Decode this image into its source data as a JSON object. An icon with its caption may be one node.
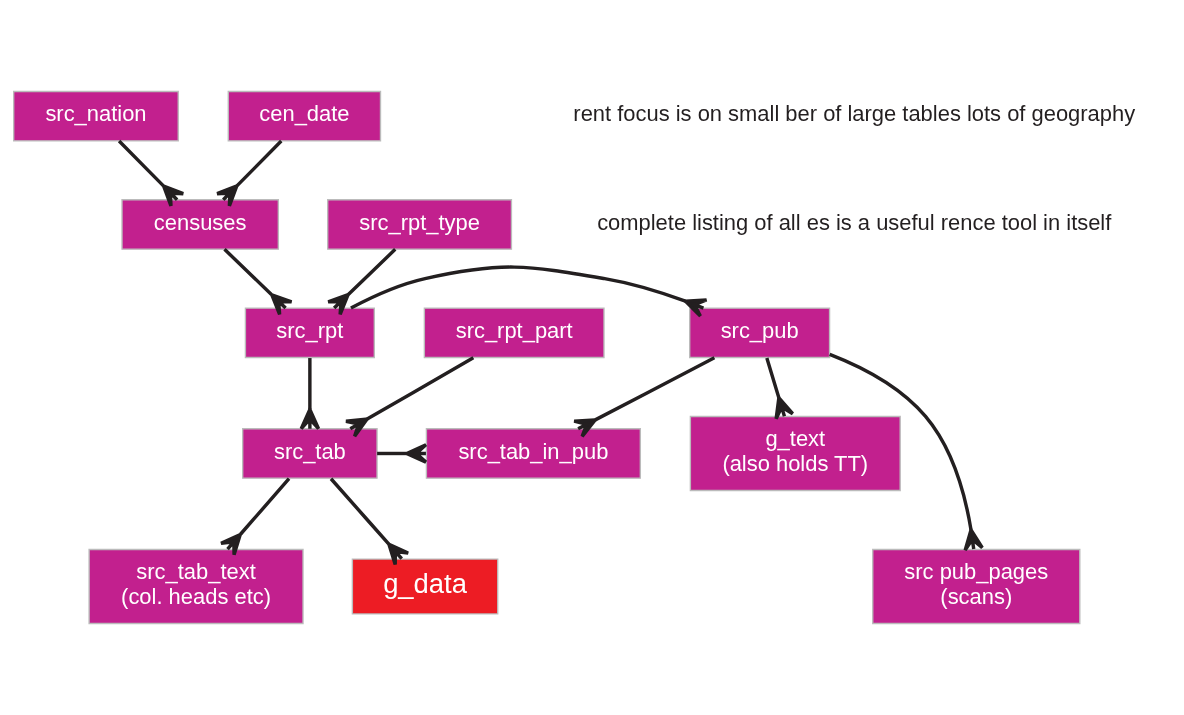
{
  "diagram": {
    "nodes": [
      {
        "text": [
          "src_nation"
        ]
      },
      {
        "text": [
          "cen_date"
        ]
      },
      {
        "text": [
          "censuses"
        ]
      },
      {
        "text": [
          "src_rpt_type"
        ]
      },
      {
        "text": [
          "src_pub"
        ]
      },
      {
        "text": [
          "src_rpt"
        ]
      },
      {
        "text": [
          "src_rpt_part"
        ]
      },
      {
        "text": [
          "g_text",
          "(also holds TT)"
        ]
      },
      {
        "text": [
          "src_tab_in_pub"
        ]
      },
      {
        "text": [
          "src_tab"
        ]
      },
      {
        "text": [
          "src pub_pages",
          "(scans)"
        ]
      },
      {
        "text": [
          "g_data"
        ]
      },
      {
        "text": [
          "src_tab_text",
          "(col. heads etc)"
        ]
      }
    ],
    "edges": [
      {
        "from": 0,
        "to": 2,
        "arrow": "other"
      },
      {
        "from": 1,
        "to": 2,
        "arrow": "other"
      },
      {
        "from": 2,
        "to": 5,
        "arrow": "other"
      },
      {
        "from": 3,
        "to": 5,
        "arrow": "other"
      },
      {
        "from": 5,
        "to": 4,
        "arrow": "other"
      },
      {
        "from": 5,
        "to": 9,
        "arrow": "other"
      },
      {
        "from": 6,
        "to": 9,
        "arrow": "other"
      },
      {
        "from": 4,
        "to": 7,
        "arrow": "other"
      },
      {
        "from": 4,
        "to": 10,
        "arrow": "other"
      },
      {
        "from": 4,
        "to": 8,
        "arrow": "other"
      },
      {
        "from": 9,
        "to": 8,
        "arrow": "other"
      },
      {
        "from": 9,
        "to": 11,
        "arrow": "other"
      },
      {
        "from": 9,
        "to": 12,
        "arrow": "other"
      }
    ],
    "labels": [
      "rent focus is on small ber of large tables lots of geography",
      "complete listing of all es is a useful rence tool in itself"
    ]
  }
}
